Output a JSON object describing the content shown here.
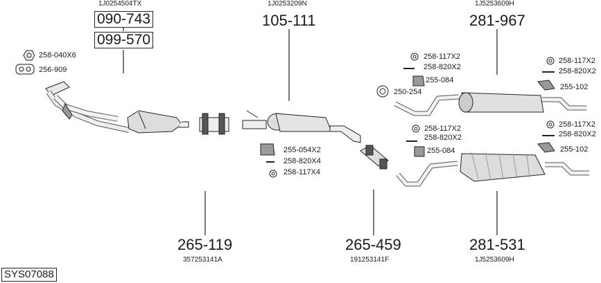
{
  "sheet_id": "SYS07088",
  "top_parts": [
    {
      "oem": "1J0254504TX",
      "numbers": [
        "090-743",
        "099-570"
      ]
    },
    {
      "oem": "1J0253209N",
      "number": "105-111"
    },
    {
      "oem": "1J5253609H",
      "number": "281-967"
    }
  ],
  "bottom_parts": [
    {
      "number": "265-119",
      "oem": "357253141A"
    },
    {
      "number": "265-459",
      "oem": "191253141F"
    },
    {
      "number": "281-531",
      "oem": "1J5253609H"
    }
  ],
  "small_parts": {
    "front_a": "258-040X6",
    "front_b": "256-909",
    "mid_a": "255-054X2",
    "mid_b": "258-820X4",
    "mid_c": "258-117X4",
    "ru_a": "258-117X2",
    "ru_b": "258-820X2",
    "ru_c": "255-084",
    "ru_d": "250-254",
    "rr_a": "258-117X2",
    "rr_b": "258-820X2",
    "rr_c": "255-102",
    "rl_a": "258-117X2",
    "rl_b": "258-820X2",
    "rl_c": "255-084",
    "rl2_a": "258-117X2",
    "rl2_b": "258-820X2",
    "rl2_c": "255-102"
  }
}
